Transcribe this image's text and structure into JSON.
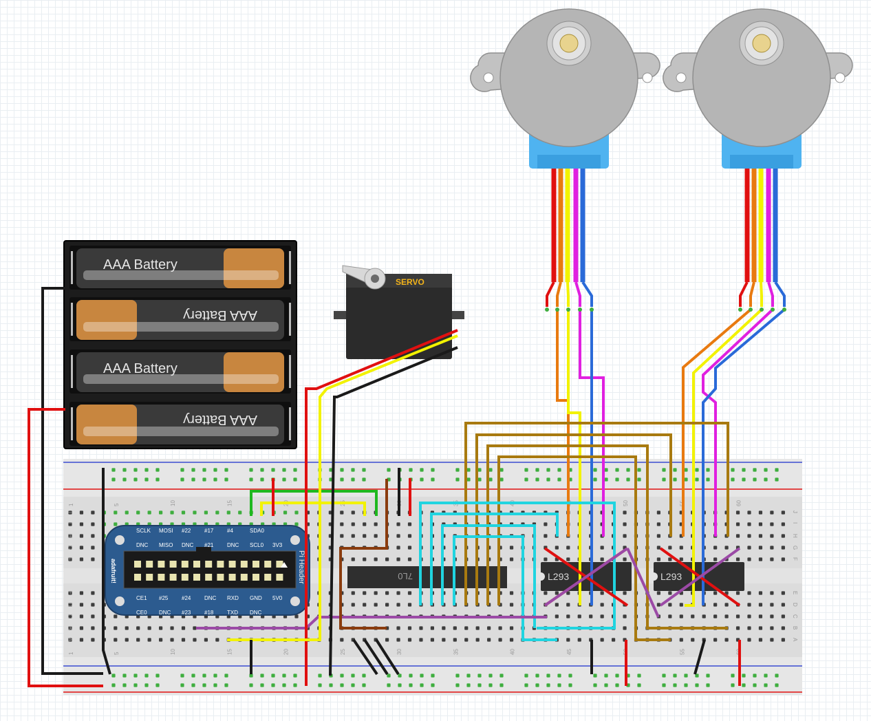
{
  "battery_pack": {
    "cells": [
      {
        "label": "AAA Battery",
        "flipped": false
      },
      {
        "label": "AAA Battery",
        "flipped": true
      },
      {
        "label": "AAA Battery",
        "flipped": false
      },
      {
        "label": "AAA Battery",
        "flipped": true
      }
    ]
  },
  "servo": {
    "label": "SERVO"
  },
  "breadboard": {
    "row_letters_top": [
      "J",
      "I",
      "H",
      "G",
      "F"
    ],
    "row_letters_bottom": [
      "E",
      "D",
      "C",
      "B",
      "A"
    ],
    "column_numbers": [
      "1",
      "5",
      "10",
      "15",
      "20",
      "25",
      "30",
      "35",
      "40",
      "45",
      "50",
      "55",
      "60"
    ]
  },
  "pi_header": {
    "vertical_label": "Pi Header",
    "brand": "adafruit!",
    "top_pins_row1": [
      "SCLK",
      "MOSI",
      "#22",
      "#17",
      "#4",
      "SDA0",
      ""
    ],
    "top_pins_row2": [
      "DNC",
      "MISO",
      "DNC",
      "#21",
      "DNC",
      "SCL0",
      "3V3"
    ],
    "bottom_pins_row1": [
      "CE1",
      "#25",
      "#24",
      "DNC",
      "RXD",
      "GND",
      "5V0"
    ],
    "bottom_pins_row2": [
      "CE0",
      "DNC",
      "#23",
      "#18",
      "TXD",
      "DNC",
      ""
    ]
  },
  "chips": [
    {
      "id": "shift-register",
      "label": "7L0"
    },
    {
      "id": "l293-left",
      "label": "L293"
    },
    {
      "id": "l293-right",
      "label": "L293"
    }
  ],
  "colors": {
    "board": "#dcdcdc",
    "power_red": "#e01010",
    "ground_blue": "#3a4bd0",
    "hole_green": "#3fae3f",
    "wire_brown": "#a87a10",
    "wire_cyan": "#20d4e0",
    "wire_purple": "#9b4aa6",
    "wire_magenta": "#e020e0",
    "wire_yellow": "#f2f200",
    "wire_orange": "#e87a10",
    "wire_blue": "#2a6ad8",
    "motor_body": "#b5b5b5",
    "motor_base": "#4fb3f0"
  },
  "icons": {
    "steppers": [
      "stepper-motor-icon",
      "stepper-motor-icon"
    ],
    "servo": "servo-motor-icon",
    "battery": "battery-icon"
  }
}
